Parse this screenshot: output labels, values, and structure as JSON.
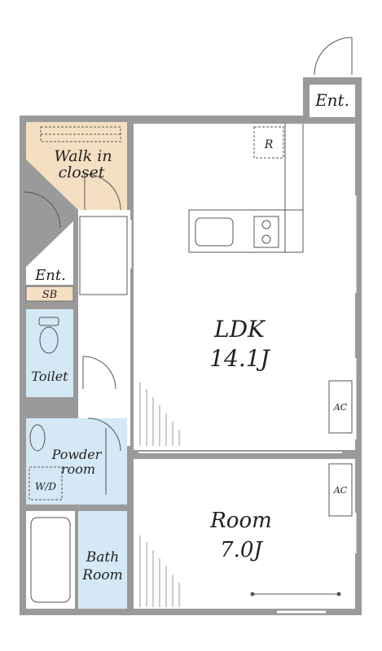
{
  "colors": {
    "wall": "#9a9a9a",
    "wall_edge": "#6f6f6f",
    "floor": "#ffffff",
    "wet_area": "#d4e8f5",
    "closet": "#f5dfc2",
    "storage": "#f5dfc2",
    "line": "#555555"
  },
  "rooms": {
    "entrance_top": "Ent.",
    "closet_line1": "Walk in",
    "closet_line2": "closet",
    "refrigerator": "R",
    "ldk_name": "LDK",
    "ldk_size": "14.1J",
    "entrance_side": "Ent.",
    "shoe_box": "SB",
    "toilet": "Toilet",
    "powder_line1": "Powder",
    "powder_line2": "room",
    "washer": "W/D",
    "bath_line1": "Bath",
    "bath_line2": "Room",
    "room_name": "Room",
    "room_size": "7.0J",
    "ac_ldk": "AC",
    "ac_room": "AC"
  }
}
